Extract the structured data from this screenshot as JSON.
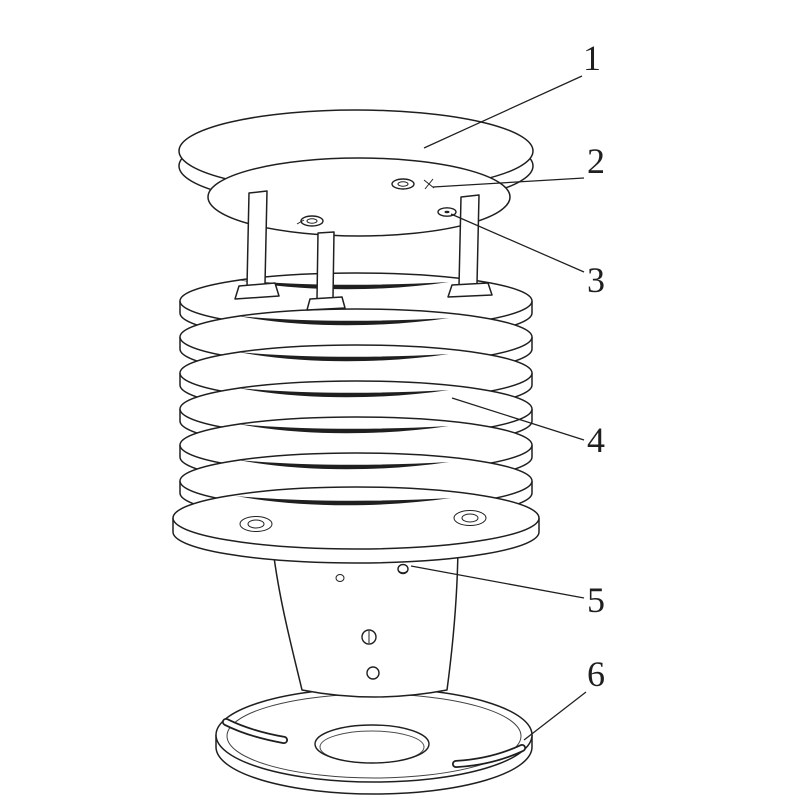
{
  "figure": {
    "background": "#ffffff",
    "ink": "#1f1f1f"
  },
  "callouts": [
    {
      "label": "1"
    },
    {
      "label": "2"
    },
    {
      "label": "3"
    },
    {
      "label": "4"
    },
    {
      "label": "5"
    },
    {
      "label": "6"
    }
  ]
}
